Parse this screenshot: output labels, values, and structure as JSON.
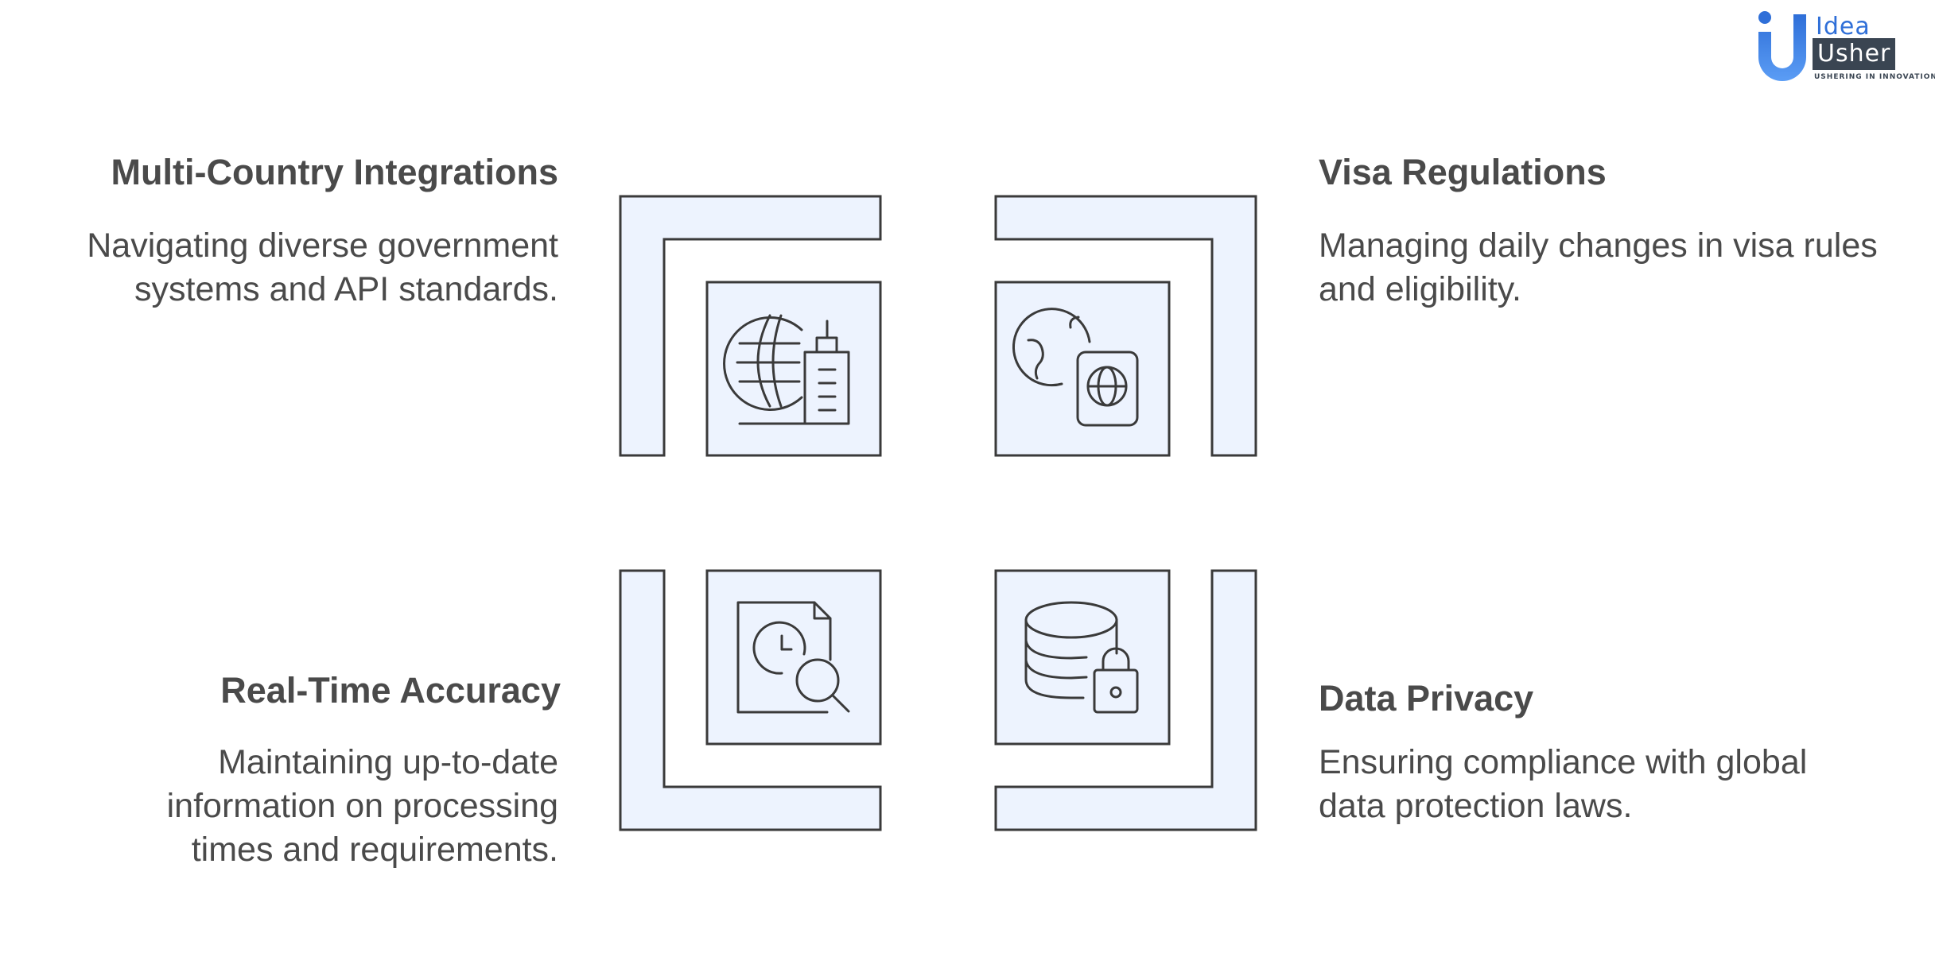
{
  "logo": {
    "idea": "Idea",
    "usher": "Usher",
    "tagline": "USHERING IN INNOVATION"
  },
  "colors": {
    "panel_fill": "#edf3fe",
    "stroke": "#3a3a3a",
    "text": "#4a4a4a",
    "logo_blue": "#2f6fd8",
    "logo_dark": "#3a4552"
  },
  "items": {
    "top_left": {
      "title": "Multi-Country Integrations",
      "description": "Navigating diverse government systems and API standards.",
      "icon": "globe-building-icon"
    },
    "top_right": {
      "title": "Visa Regulations",
      "description": "Managing daily changes in visa rules and eligibility.",
      "icon": "globe-passport-icon"
    },
    "bottom_left": {
      "title": "Real-Time Accuracy",
      "description": "Maintaining up-to-date information on processing times and requirements.",
      "icon": "document-clock-search-icon"
    },
    "bottom_right": {
      "title": "Data Privacy",
      "description": "Ensuring compliance with global data protection laws.",
      "icon": "database-lock-icon"
    }
  }
}
